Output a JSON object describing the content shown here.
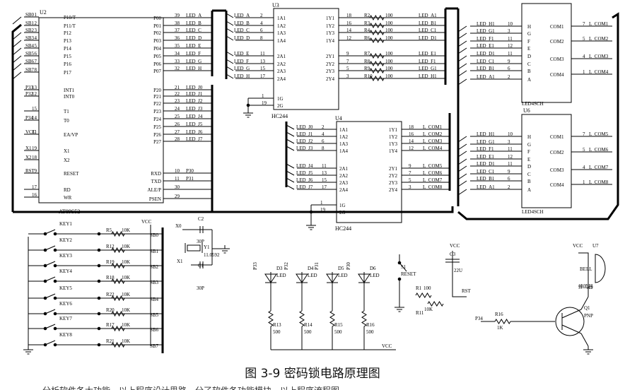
{
  "caption": "图 3-9  密码锁电路原理图",
  "truncated_text": "分析软件各大功能，以上程序设计思路，分了软件各功能模块，以上程序流程图",
  "mcu": {
    "ref": "U2",
    "part": "AT89S52",
    "left_pins": [
      {
        "net": "SB0",
        "num": "1",
        "name": "P10/T"
      },
      {
        "net": "SB1",
        "num": "2",
        "name": "P11/T"
      },
      {
        "net": "SB2",
        "num": "3",
        "name": "P12"
      },
      {
        "net": "SB3",
        "num": "4",
        "name": "P13"
      },
      {
        "net": "SB4",
        "num": "5",
        "name": "P14"
      },
      {
        "net": "SB5",
        "num": "6",
        "name": "P15"
      },
      {
        "net": "SB6",
        "num": "7",
        "name": "P16"
      },
      {
        "net": "SB7",
        "num": "8",
        "name": "P17"
      },
      {
        "net": "P33",
        "num": "13",
        "name": "INT1"
      },
      {
        "net": "P32",
        "num": "12",
        "name": "INT0"
      },
      {
        "net": "",
        "num": "15",
        "name": "T1"
      },
      {
        "net": "P34",
        "num": "14",
        "name": "T0"
      },
      {
        "net": "VCC",
        "num": "31",
        "name": "EA/VP"
      },
      {
        "net": "X1",
        "num": "19",
        "name": "X1"
      },
      {
        "net": "X2",
        "num": "18",
        "name": "X2"
      },
      {
        "net": "RST",
        "num": "9",
        "name": "RESET"
      },
      {
        "net": "",
        "num": "17",
        "name": "RD"
      },
      {
        "net": "",
        "num": "16",
        "name": "WR"
      }
    ],
    "right_pins": [
      {
        "name": "P00",
        "num": "39",
        "net": "LED_A"
      },
      {
        "name": "P01",
        "num": "38",
        "net": "LED_B"
      },
      {
        "name": "P02",
        "num": "37",
        "net": "LED_C"
      },
      {
        "name": "P03",
        "num": "36",
        "net": "LED_D"
      },
      {
        "name": "P04",
        "num": "35",
        "net": "LED_E"
      },
      {
        "name": "P05",
        "num": "34",
        "net": "LED_F"
      },
      {
        "name": "P06",
        "num": "33",
        "net": "LED_G"
      },
      {
        "name": "P07",
        "num": "32",
        "net": "LED_H"
      },
      {
        "name": "P20",
        "num": "21",
        "net": "LED_J0"
      },
      {
        "name": "P21",
        "num": "22",
        "net": "LED_J1"
      },
      {
        "name": "P22",
        "num": "23",
        "net": "LED_J2"
      },
      {
        "name": "P23",
        "num": "24",
        "net": "LED_J3"
      },
      {
        "name": "P24",
        "num": "25",
        "net": "LED_J4"
      },
      {
        "name": "P25",
        "num": "26",
        "net": "LED_J5"
      },
      {
        "name": "P26",
        "num": "27",
        "net": "LED_J6"
      },
      {
        "name": "P27",
        "num": "28",
        "net": "LED_J7"
      },
      {
        "name": "RXD",
        "num": "10",
        "net": "P30"
      },
      {
        "name": "TXD",
        "num": "11",
        "net": "P31"
      },
      {
        "name": "ALE/P",
        "num": "30",
        "net": ""
      },
      {
        "name": "PSEN",
        "num": "29",
        "net": ""
      }
    ]
  },
  "u3": {
    "ref": "U3",
    "part": "HC244",
    "left": [
      {
        "net": "LED_A",
        "num": "2",
        "name": "1A1"
      },
      {
        "net": "LED_B",
        "num": "4",
        "name": "1A2"
      },
      {
        "net": "LED_C",
        "num": "6",
        "name": "1A3"
      },
      {
        "net": "LED_D",
        "num": "8",
        "name": "1A4"
      },
      {
        "net": "LED_E",
        "num": "11",
        "name": "2A1"
      },
      {
        "net": "LED_F",
        "num": "13",
        "name": "2A2"
      },
      {
        "net": "LED_G",
        "num": "15",
        "name": "2A3"
      },
      {
        "net": "LED_H",
        "num": "17",
        "name": "2A4"
      }
    ],
    "right": [
      {
        "name": "1Y1",
        "num": "18",
        "res": "R2",
        "val": "100",
        "net": "LED_A1"
      },
      {
        "name": "1Y2",
        "num": "16",
        "res": "R3",
        "val": "100",
        "net": "LED_B1"
      },
      {
        "name": "1Y3",
        "num": "14",
        "res": "R4",
        "val": "100",
        "net": "LED_C1"
      },
      {
        "name": "1Y4",
        "num": "12",
        "res": "R6",
        "val": "100",
        "net": "LED_D1"
      },
      {
        "name": "2Y1",
        "num": "9",
        "res": "R7",
        "val": "100",
        "net": "LED_E1"
      },
      {
        "name": "2Y2",
        "num": "7",
        "res": "R8",
        "val": "100",
        "net": "LED_F1"
      },
      {
        "name": "2Y3",
        "num": "5",
        "res": "R9",
        "val": "100",
        "net": "LED_G1"
      },
      {
        "name": "2Y4",
        "num": "3",
        "res": "R10",
        "val": "100",
        "net": "LED_H1"
      }
    ],
    "oe": [
      {
        "num": "1",
        "name": "1G"
      },
      {
        "num": "19",
        "name": "2G"
      }
    ]
  },
  "u4": {
    "ref": "U4",
    "part": "HC244",
    "left": [
      {
        "net": "LED_J0",
        "num": "2",
        "name": "1A1"
      },
      {
        "net": "LED_J1",
        "num": "4",
        "name": "1A2"
      },
      {
        "net": "LED_J2",
        "num": "6",
        "name": "1A3"
      },
      {
        "net": "LED_J3",
        "num": "8",
        "name": "1A4"
      },
      {
        "net": "LED_J4",
        "num": "11",
        "name": "2A1"
      },
      {
        "net": "LED_J5",
        "num": "13",
        "name": "2A2"
      },
      {
        "net": "LED_J6",
        "num": "15",
        "name": "2A3"
      },
      {
        "net": "LED_J7",
        "num": "17",
        "name": "2A4"
      }
    ],
    "right": [
      {
        "name": "1Y1",
        "num": "18",
        "net": "L_COM1"
      },
      {
        "name": "1Y2",
        "num": "16",
        "net": "L_COM2"
      },
      {
        "name": "1Y3",
        "num": "14",
        "net": "L_COM3"
      },
      {
        "name": "1Y4",
        "num": "12",
        "net": "L_COM4"
      },
      {
        "name": "2Y1",
        "num": "9",
        "net": "L_COM5"
      },
      {
        "name": "2Y2",
        "num": "7",
        "net": "L_COM6"
      },
      {
        "name": "2Y3",
        "num": "5",
        "net": "L_COM7"
      },
      {
        "name": "2Y4",
        "num": "3",
        "net": "L_COM8"
      }
    ],
    "oe": [
      {
        "num": "1",
        "name": "1G"
      },
      {
        "num": "19",
        "name": "2G"
      }
    ]
  },
  "displays": [
    {
      "ref": "",
      "part": "LED4SCH",
      "left": [
        {
          "net": "LED_H1",
          "num": "10",
          "name": "H"
        },
        {
          "net": "LED_G1",
          "num": "3",
          "name": "G"
        },
        {
          "net": "LED_F1",
          "num": "11",
          "name": "F"
        },
        {
          "net": "LED_E1",
          "num": "12",
          "name": "E"
        },
        {
          "net": "LED_D1",
          "num": "11",
          "name": "D"
        },
        {
          "net": "LED_C1",
          "num": "9",
          "name": "C"
        },
        {
          "net": "LED_B1",
          "num": "6",
          "name": "B"
        },
        {
          "net": "LED_A1",
          "num": "2",
          "name": "A"
        }
      ],
      "com": [
        {
          "name": "COM1",
          "num": "7",
          "net": "L_COM1"
        },
        {
          "name": "COM2",
          "num": "5",
          "net": "L_COM2"
        },
        {
          "name": "COM3",
          "num": "4",
          "net": "L_COM3"
        },
        {
          "name": "COM4",
          "num": "1",
          "net": "L_COM4"
        }
      ]
    },
    {
      "ref": "U6",
      "part": "LED4SCH",
      "left": [
        {
          "net": "LED_H1",
          "num": "10",
          "name": "H"
        },
        {
          "net": "LED_G1",
          "num": "3",
          "name": "G"
        },
        {
          "net": "LED_F1",
          "num": "11",
          "name": "F"
        },
        {
          "net": "LED_E1",
          "num": "12",
          "name": "E"
        },
        {
          "net": "LED_D1",
          "num": "11",
          "name": "D"
        },
        {
          "net": "LED_C1",
          "num": "9",
          "name": "C"
        },
        {
          "net": "LED_B1",
          "num": "6",
          "name": "B"
        },
        {
          "net": "LED_A1",
          "num": "2",
          "name": "A"
        }
      ],
      "com": [
        {
          "name": "COM1",
          "num": "7",
          "net": "L_COM5"
        },
        {
          "name": "COM2",
          "num": "5",
          "net": "L_COM6"
        },
        {
          "name": "COM3",
          "num": "4",
          "net": "L_COM7"
        },
        {
          "name": "COM4",
          "num": "1",
          "net": "L_COM8"
        }
      ]
    }
  ],
  "keys": [
    {
      "key": "KEY1",
      "res": "R5",
      "val": "10K",
      "net": "SB0"
    },
    {
      "key": "KEY2",
      "res": "R12",
      "val": "10K",
      "net": "SB1"
    },
    {
      "key": "KEY3",
      "res": "R19",
      "val": "10K",
      "net": "SB2"
    },
    {
      "key": "KEY4",
      "res": "R18",
      "val": "10K",
      "net": "SB3"
    },
    {
      "key": "KEY5",
      "res": "R22",
      "val": "10K",
      "net": "SB4"
    },
    {
      "key": "KEY6",
      "res": "R20",
      "val": "10K",
      "net": "SB5"
    },
    {
      "key": "KEY7",
      "res": "R17",
      "val": "10K",
      "net": "SB6"
    },
    {
      "key": "KEY8",
      "res": "R21",
      "val": "10K",
      "net": "SB7"
    }
  ],
  "keys_vcc": "VCC",
  "crystal": {
    "c2": "C2",
    "c2v": "30P",
    "c1": "C1",
    "c1v": "30P",
    "y": "Y1",
    "yv": "11.0592",
    "x0": "X0",
    "x1": "X1"
  },
  "leds": [
    {
      "net": "P33",
      "ref": "D3",
      "lab": "LED",
      "res": "R13",
      "val": "500"
    },
    {
      "net": "P32",
      "ref": "D4",
      "lab": "LED",
      "res": "R14",
      "val": "500"
    },
    {
      "net": "P31",
      "ref": "D5",
      "lab": "LED",
      "res": "R15",
      "val": "500"
    },
    {
      "net": "P30",
      "ref": "D6",
      "lab": "LED",
      "res": "R16",
      "val": "500"
    }
  ],
  "leds_vcc": "VCC",
  "reset": {
    "vcc": "VCC",
    "c": "C3",
    "cv": "22U",
    "s": "S1",
    "sl": "RESET",
    "r1": "R1",
    "r1v": "100",
    "r11": "R11",
    "r11v": "10K",
    "out": "RST"
  },
  "buzzer": {
    "vcc": "VCC",
    "u": "U7",
    "bell": "BELL",
    "name": "蜂鸣器",
    "q": "Q1",
    "qt": "PNP",
    "net": "P34",
    "r": "R16",
    "rv": "1K"
  }
}
